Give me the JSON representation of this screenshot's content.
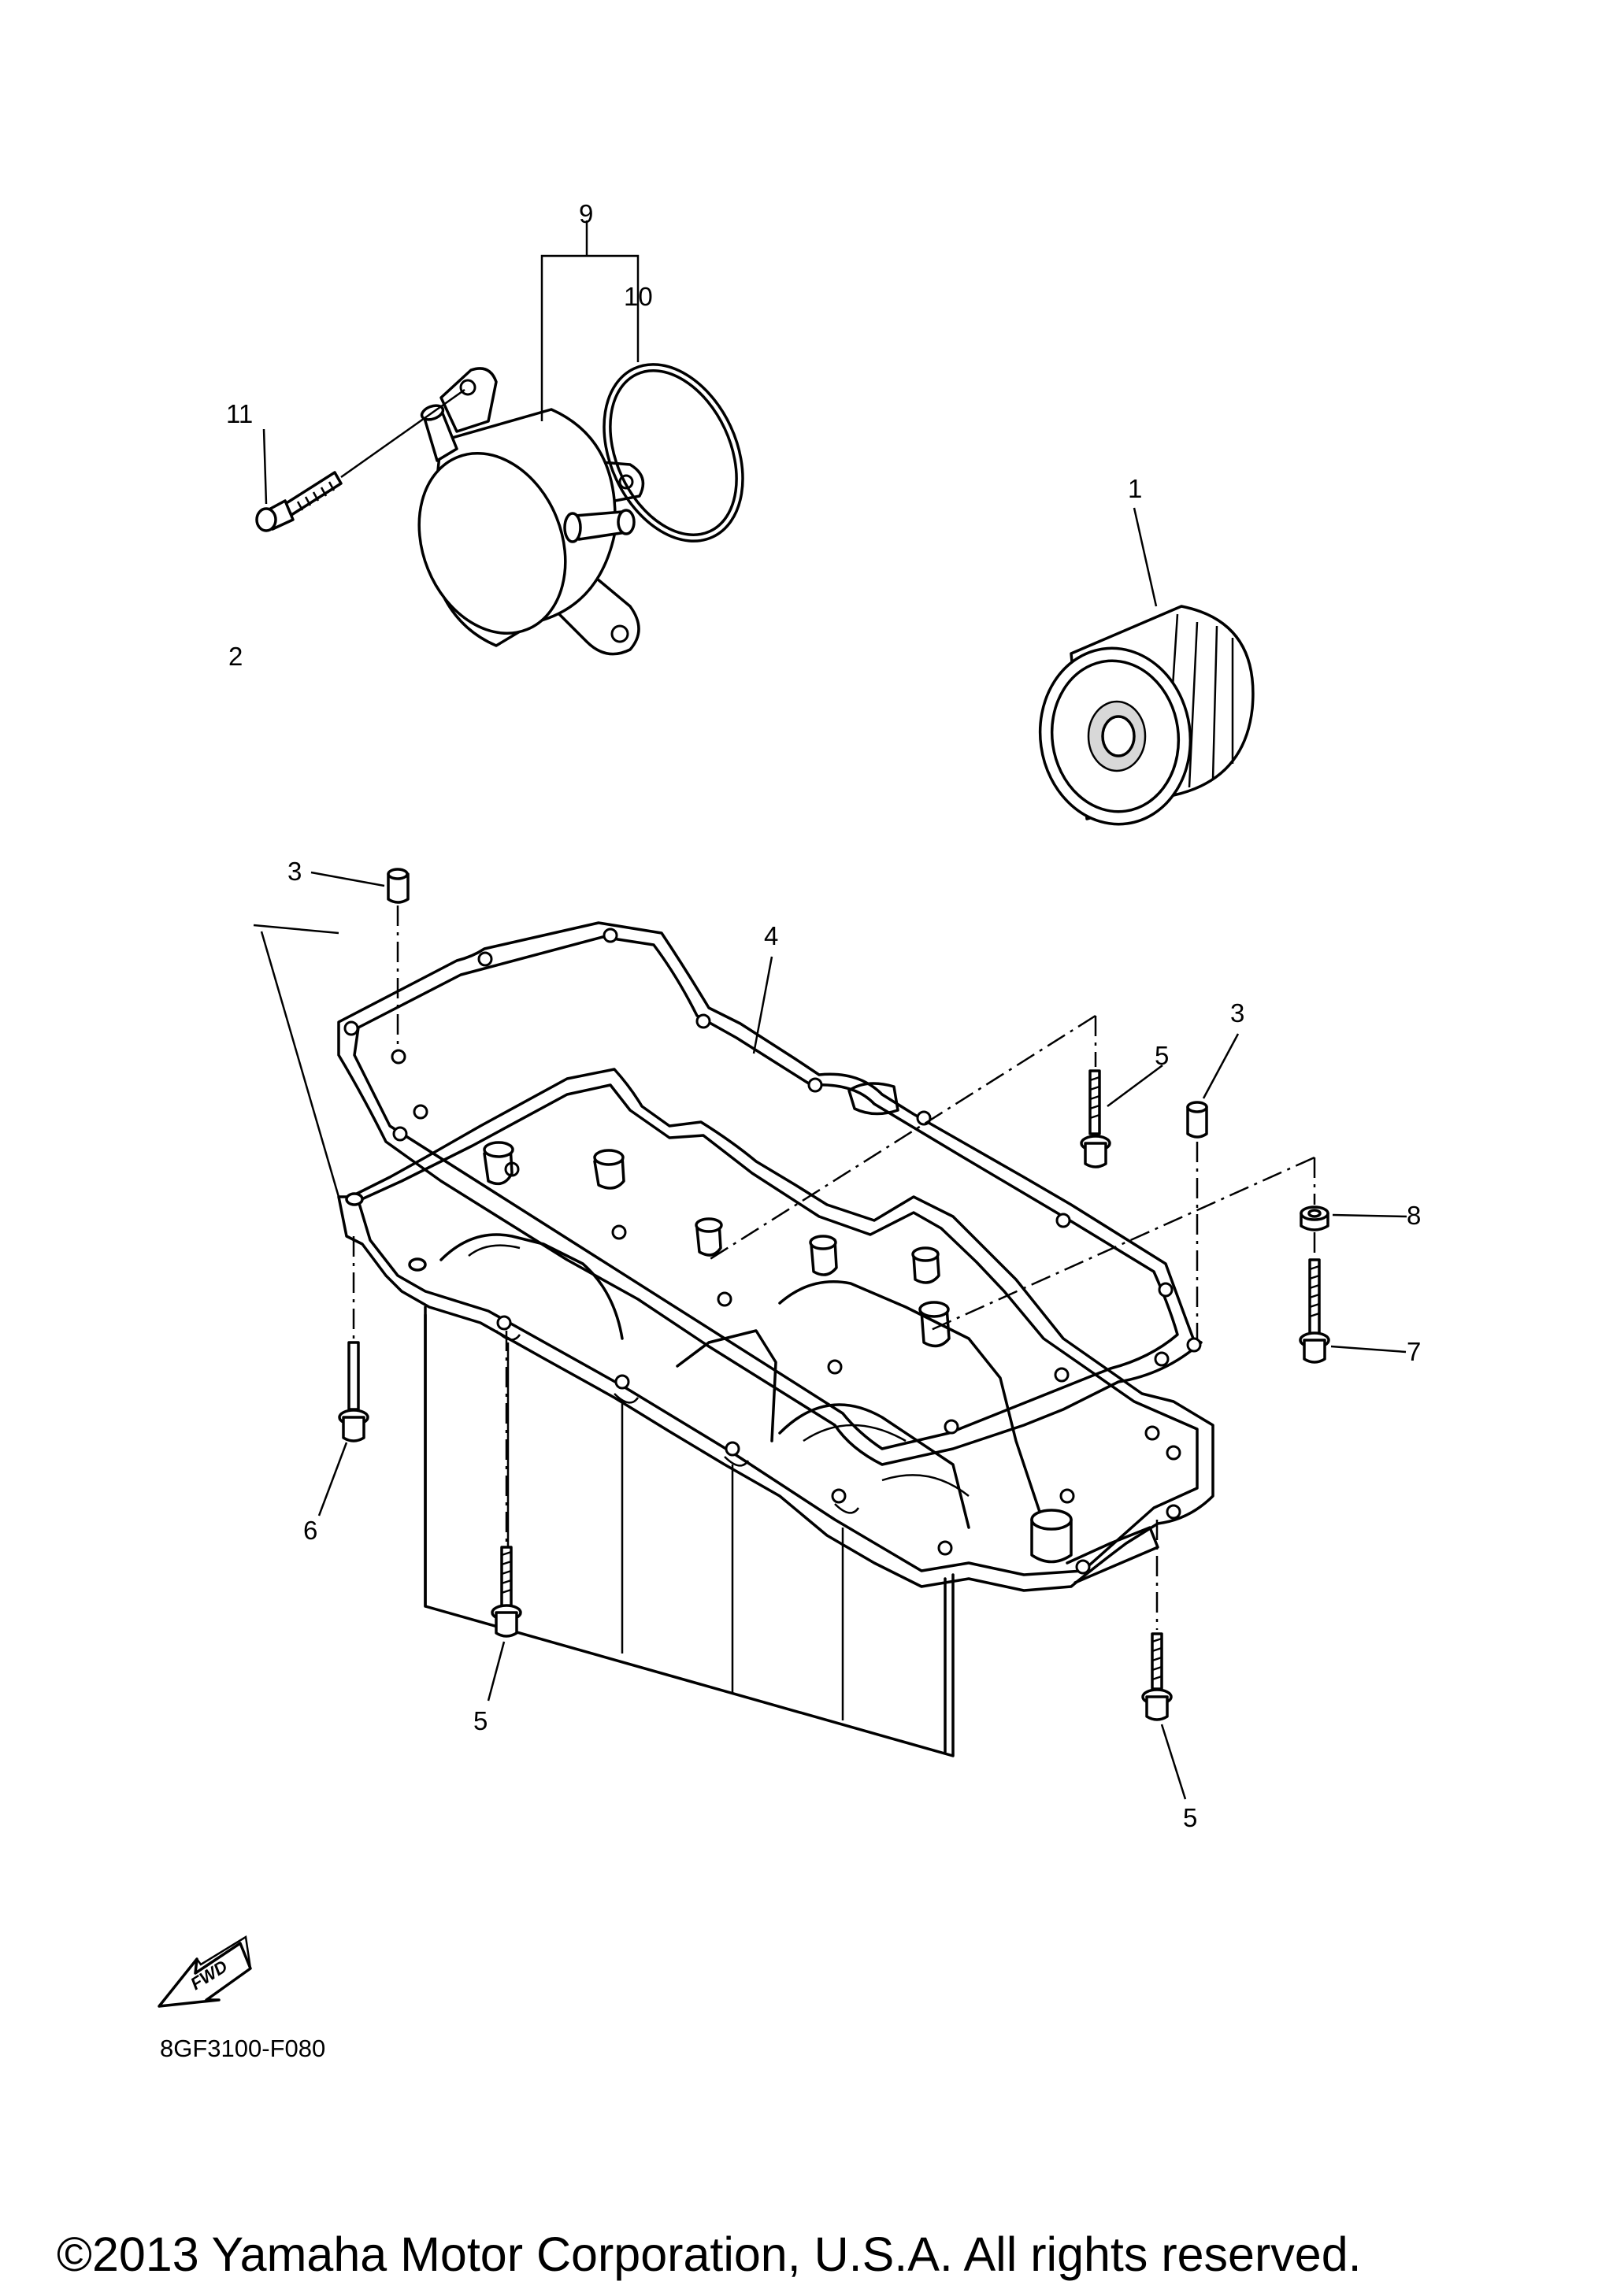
{
  "diagram": {
    "callouts": {
      "c1": "1",
      "c2": "2",
      "c3a": "3",
      "c3b": "3",
      "c4": "4",
      "c5a": "5",
      "c5b": "5",
      "c5c": "5",
      "c6": "6",
      "c7": "7",
      "c8": "8",
      "c9": "9",
      "c10": "10",
      "c11": "11"
    },
    "fwd_label": "FWD",
    "diagram_code": "8GF3100-F080",
    "copyright": "©2013 Yamaha Motor Corporation, U.S.A. All rights reserved."
  }
}
